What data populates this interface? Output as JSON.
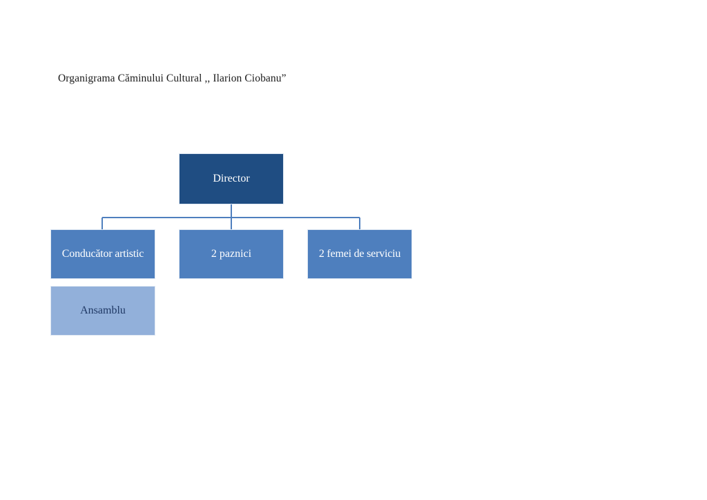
{
  "document": {
    "title": "Organigrama Căminului Cultural ,, Ilarion Ciobanu”"
  },
  "colors": {
    "root_fill": "#1f4d82",
    "level2_fill": "#4e7fbe",
    "level3_fill": "#92b0da",
    "connector": "#4e7fbe",
    "box_border": "#dfe8f3",
    "light_text": "#ffffff",
    "dark_text": "#1f3864",
    "title_text": "#1a1a1a",
    "page_background": "#ffffff"
  },
  "chart_data": {
    "type": "org-chart",
    "title": "Organigrama Căminului Cultural ,, Ilarion Ciobanu”",
    "nodes": [
      {
        "id": "director",
        "label": "Director",
        "level": 1,
        "parent": null,
        "fill": "#1f4d82",
        "text_color": "#ffffff"
      },
      {
        "id": "conducator-artistic",
        "label": "Conducător artistic",
        "level": 2,
        "parent": "director",
        "fill": "#4e7fbe",
        "text_color": "#ffffff"
      },
      {
        "id": "paznici",
        "label": "2 paznici",
        "level": 2,
        "parent": "director",
        "fill": "#4e7fbe",
        "text_color": "#ffffff"
      },
      {
        "id": "femei-de-serviciu",
        "label": "2 femei de serviciu",
        "level": 2,
        "parent": "director",
        "fill": "#4e7fbe",
        "text_color": "#ffffff"
      },
      {
        "id": "ansamblu",
        "label": "Ansamblu",
        "level": 3,
        "parent": "conducator-artistic",
        "fill": "#92b0da",
        "text_color": "#1f3864"
      }
    ]
  }
}
